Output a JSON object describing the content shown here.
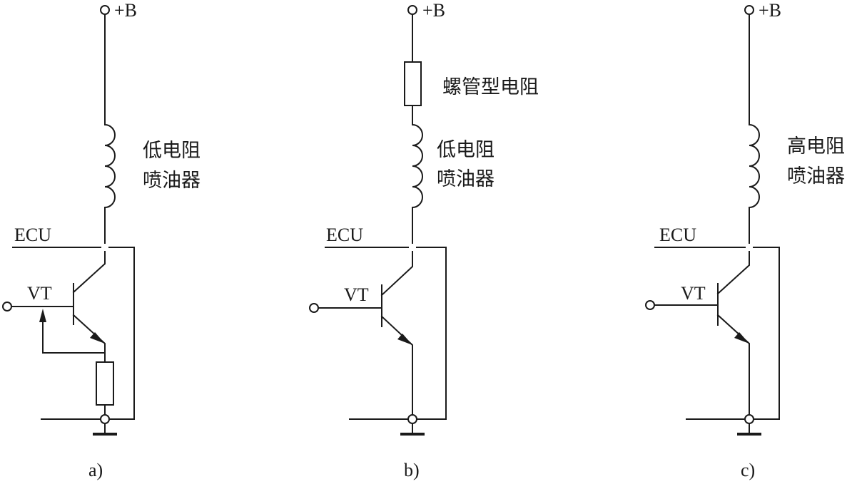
{
  "circuits": [
    {
      "id": "a",
      "supply_label": "+B",
      "injector_label_line1": "低电阻",
      "injector_label_line2": "喷油器",
      "ecu_label": "ECU",
      "transistor_label": "VT",
      "caption": "a)"
    },
    {
      "id": "b",
      "supply_label": "+B",
      "series_resistor_label": "螺管型电阻",
      "injector_label_line1": "低电阻",
      "injector_label_line2": "喷油器",
      "ecu_label": "ECU",
      "transistor_label": "VT",
      "caption": "b)"
    },
    {
      "id": "c",
      "supply_label": "+B",
      "injector_label_line1": "高电阻",
      "injector_label_line2": "喷油器",
      "ecu_label": "ECU",
      "transistor_label": "VT",
      "caption": "c)"
    }
  ],
  "colors": {
    "ink": "#1a1a1a",
    "background": "#ffffff"
  }
}
